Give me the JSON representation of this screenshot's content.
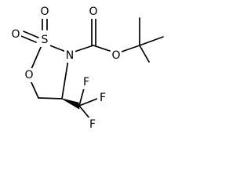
{
  "molecule": {
    "atoms": {
      "s1": "S",
      "o_sulfonyl_left": "O",
      "o_sulfonyl_top": "O",
      "o_ring": "O",
      "n_ring": "N",
      "o_carbonyl": "O",
      "o_ester": "O",
      "f_top": "F",
      "f_right": "F",
      "f_bottom": "F"
    },
    "stereo": {
      "c4_bond": "wedge"
    }
  }
}
